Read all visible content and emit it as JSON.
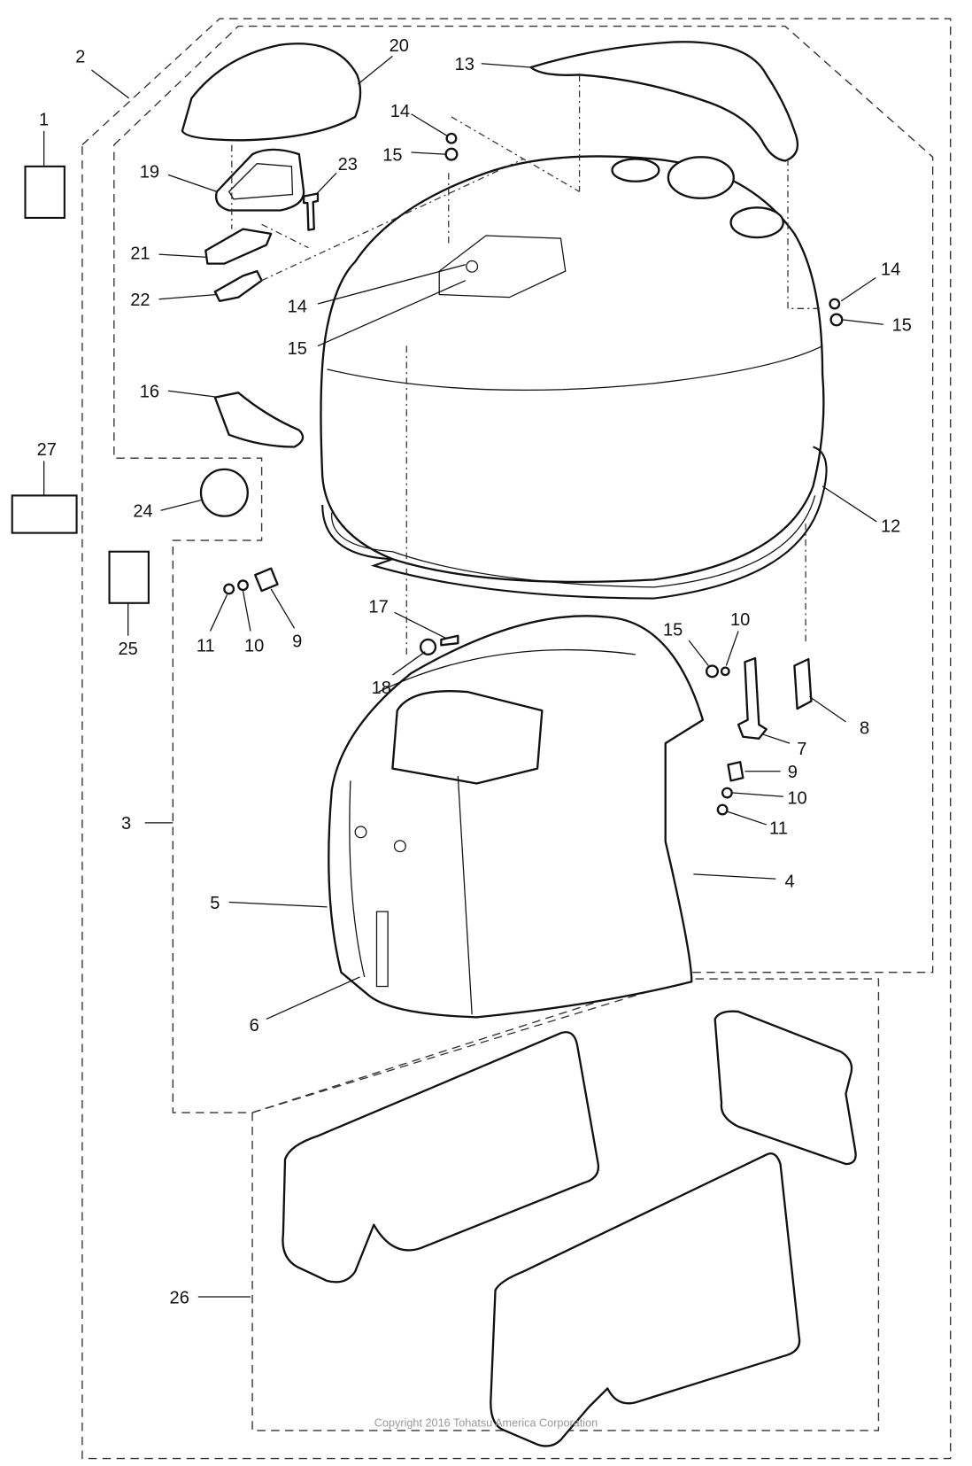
{
  "diagram": {
    "title": "Top cowling exploded parts diagram",
    "callouts": [
      "1",
      "2",
      "20",
      "13",
      "14",
      "15",
      "19",
      "23",
      "21",
      "22",
      "14",
      "15",
      "14",
      "15",
      "16",
      "27",
      "24",
      "12",
      "25",
      "11",
      "10",
      "9",
      "17",
      "18",
      "15",
      "10",
      "8",
      "7",
      "9",
      "10",
      "11",
      "3",
      "4",
      "5",
      "6",
      "26"
    ],
    "copyright": "Copyright 2016 Tohatsu America Corporation"
  }
}
